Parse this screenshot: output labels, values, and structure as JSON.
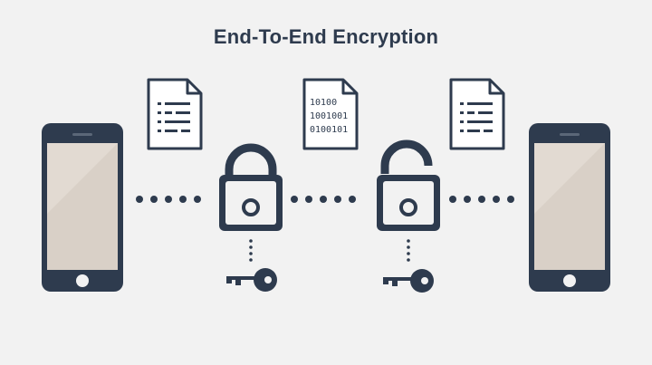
{
  "title": "End-To-End Encryption",
  "encrypted_document_lines": [
    "10100",
    "1001001",
    "0100101"
  ],
  "colors": {
    "background": "#f2f2f2",
    "ink": "#2e3b4e",
    "screen": "#d9d0c7",
    "paper": "#ffffff"
  },
  "icons": {
    "sender": "smartphone-icon",
    "receiver": "smartphone-icon",
    "plain_document": "document-icon",
    "encrypted_document": "binary-document-icon",
    "lock": "padlock-icon",
    "key": "key-icon"
  }
}
